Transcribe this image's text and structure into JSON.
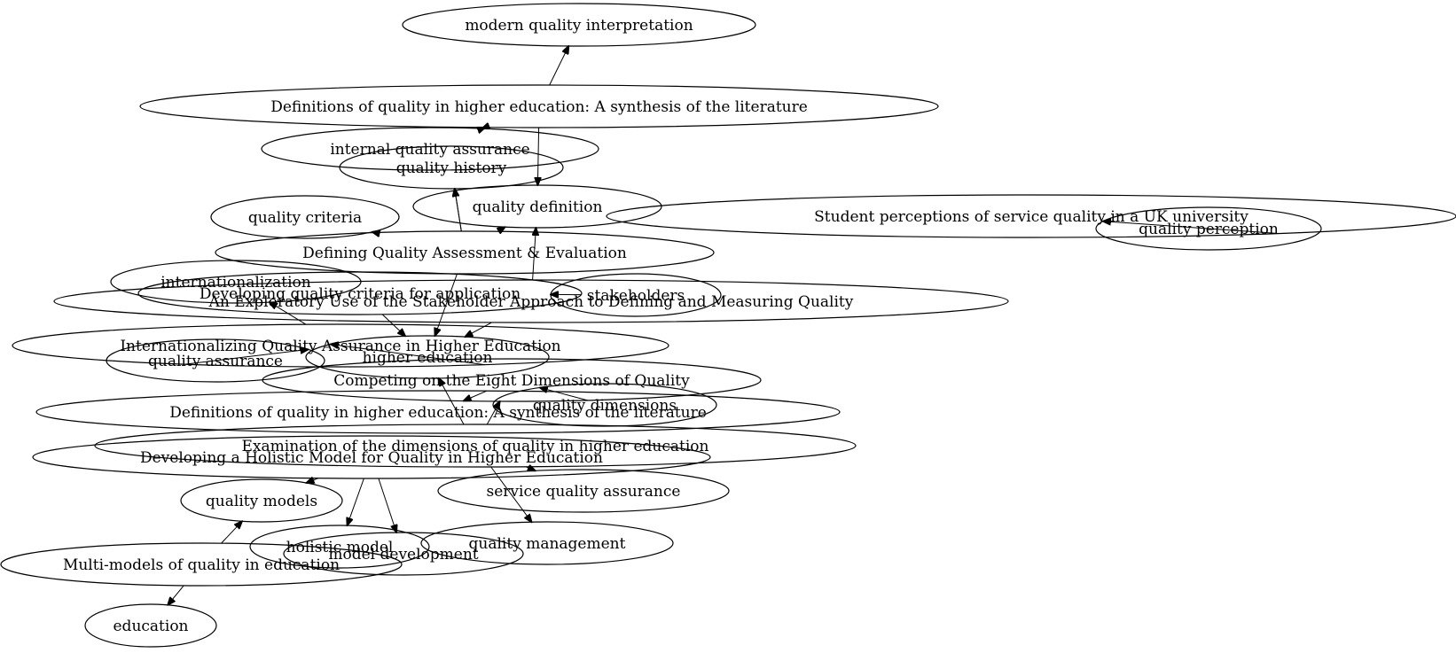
{
  "graph": {
    "type": "directed",
    "nodes": [
      {
        "id": "n_modern",
        "label": "modern quality interpretation"
      },
      {
        "id": "n_def_lit1",
        "label": "Definitions of quality in higher education: A synthesis of the literature"
      },
      {
        "id": "n_iqa",
        "label": "internal quality assurance"
      },
      {
        "id": "n_qhist",
        "label": "quality history"
      },
      {
        "id": "n_qdef",
        "label": "quality definition"
      },
      {
        "id": "n_qcrit",
        "label": "quality criteria"
      },
      {
        "id": "n_dqae",
        "label": "Defining Quality  Assessment & Evaluation"
      },
      {
        "id": "n_student",
        "label": "Student perceptions of service quality in a UK university"
      },
      {
        "id": "n_qperc",
        "label": "quality perception"
      },
      {
        "id": "n_intl",
        "label": "internationalization"
      },
      {
        "id": "n_devcrit",
        "label": "Developing quality criteria for application"
      },
      {
        "id": "n_stakeh",
        "label": "stakeholders"
      },
      {
        "id": "n_explor",
        "label": "An Exploratory Use of the Stakeholder  Approach to Defining and Measuring Quality"
      },
      {
        "id": "n_iqahe",
        "label": "Internationalizing Quality Assurance in Higher Education"
      },
      {
        "id": "n_qa",
        "label": "quality assurance"
      },
      {
        "id": "n_he",
        "label": "higher education"
      },
      {
        "id": "n_eight",
        "label": "Competing on the Eight Dimensions of Quality"
      },
      {
        "id": "n_qdim",
        "label": "quality dimensions"
      },
      {
        "id": "n_def_lit2",
        "label": "Definitions of quality in higher education:  A synthesis of the literature"
      },
      {
        "id": "n_exam",
        "label": "Examination of the dimensions of quality in higher education"
      },
      {
        "id": "n_holmod",
        "label": "Developing a Holistic Model for Quality in Higher Education"
      },
      {
        "id": "n_qmodels",
        "label": "quality models"
      },
      {
        "id": "n_sqa",
        "label": "service quality assurance"
      },
      {
        "id": "n_holistic",
        "label": "holistic model"
      },
      {
        "id": "n_qmgmt",
        "label": "quality management"
      },
      {
        "id": "n_moddev",
        "label": "model development"
      },
      {
        "id": "n_multi",
        "label": "Multi-models of quality in education"
      },
      {
        "id": "n_edu",
        "label": "education"
      }
    ],
    "edges": [
      {
        "from": "n_def_lit1",
        "to": "n_modern"
      },
      {
        "from": "n_def_lit1",
        "to": "n_iqa"
      },
      {
        "from": "n_def_lit1",
        "to": "n_qdef"
      },
      {
        "from": "n_iqa",
        "to": "n_def_lit1"
      },
      {
        "from": "n_dqae",
        "to": "n_qhist"
      },
      {
        "from": "n_dqae",
        "to": "n_qhist"
      },
      {
        "from": "n_dqae",
        "to": "n_qdef"
      },
      {
        "from": "n_dqae",
        "to": "n_qcrit"
      },
      {
        "from": "n_dqae",
        "to": "n_he"
      },
      {
        "from": "n_explor",
        "to": "n_qdef"
      },
      {
        "from": "n_explor",
        "to": "n_he"
      },
      {
        "from": "n_devcrit",
        "to": "n_stakeh"
      },
      {
        "from": "n_iqahe",
        "to": "n_intl"
      },
      {
        "from": "n_devcrit",
        "to": "n_he"
      },
      {
        "from": "n_iqahe",
        "to": "n_qa"
      },
      {
        "from": "n_iqahe",
        "to": "n_he"
      },
      {
        "from": "n_student",
        "to": "n_qperc"
      },
      {
        "from": "n_exam",
        "to": "n_eight"
      },
      {
        "from": "n_def_lit2",
        "to": "n_eight"
      },
      {
        "from": "n_exam",
        "to": "n_he"
      },
      {
        "from": "n_eight",
        "to": "n_qdim"
      },
      {
        "from": "n_holmod",
        "to": "n_qmodels"
      },
      {
        "from": "n_holmod",
        "to": "n_holistic"
      },
      {
        "from": "n_holmod",
        "to": "n_moddev"
      },
      {
        "from": "n_exam",
        "to": "n_sqa"
      },
      {
        "from": "n_exam",
        "to": "n_qmgmt"
      },
      {
        "from": "n_multi",
        "to": "n_qmodels"
      },
      {
        "from": "n_multi",
        "to": "n_edu"
      }
    ]
  }
}
